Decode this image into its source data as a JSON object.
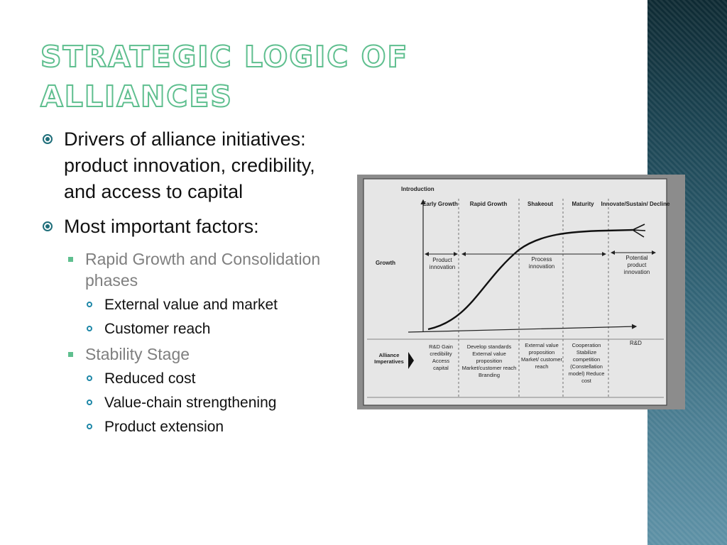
{
  "slide": {
    "title": "Strategic Logic of Alliances",
    "bullets": [
      {
        "text": "Drivers of alliance initiatives: product innovation, credibility, and access to capital",
        "children": []
      },
      {
        "text": "Most important factors:",
        "children": [
          {
            "text": "Rapid Growth and Consolidation phases",
            "children": [
              "External value and market",
              "Customer reach"
            ]
          },
          {
            "text": "Stability Stage",
            "children": [
              "Reduced cost",
              "Value-chain strengthening",
              "Product extension"
            ]
          }
        ]
      }
    ]
  },
  "figure": {
    "top_label": "Introduction",
    "stages": [
      "Early Growth",
      "Rapid Growth",
      "Shakeout",
      "Maturity",
      "Innovate/Sustain/ Decline"
    ],
    "row_growth": "Growth",
    "growth_notes": [
      "Product innovation",
      "Process innovation",
      "Potential product innovation"
    ],
    "axis_label": "R&D",
    "row_imperatives": "Alliance Imperatives",
    "imperatives": [
      "R&D Gain credibility Access capital",
      "Develop standards External value proposition Market/customer reach Branding",
      "External value proposition Market/ customer reach",
      "Cooperation Stabilize competition (Constellation model) Reduce cost"
    ]
  },
  "colors": {
    "title_outline": "#5fbf8f",
    "bullet_teal": "#1f6e7a",
    "sub_bullet_green": "#5fbf8f",
    "sub_text_gray": "#7f7f7f",
    "side_band": "#2f6072"
  }
}
